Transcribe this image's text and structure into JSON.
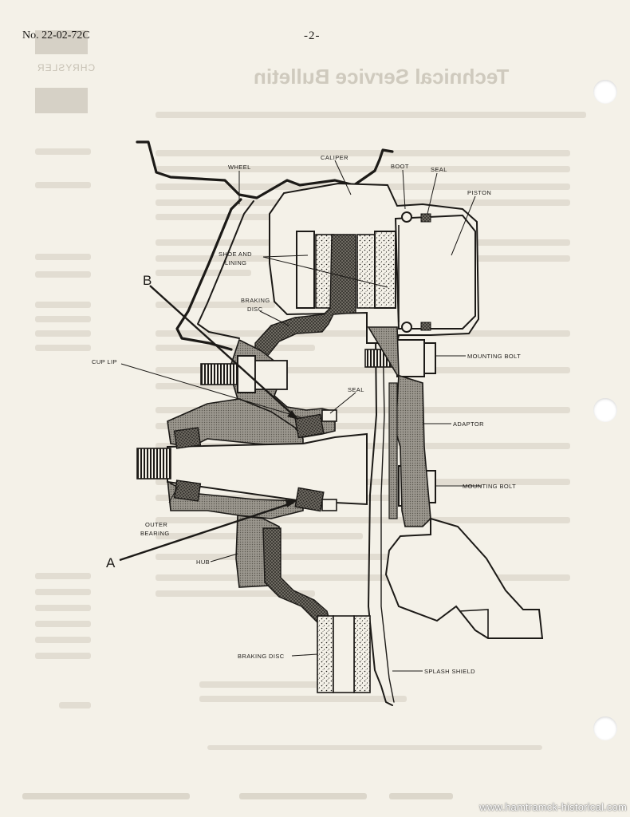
{
  "header": {
    "bulletin_number": "No. 22-02-72C",
    "page_number": "-2-"
  },
  "diagram": {
    "labels": {
      "wheel": "WHEEL",
      "caliper": "CALIPER",
      "boot": "BOOT",
      "seal_top": "SEAL",
      "piston": "PISTON",
      "shoe_and": "SHOE AND",
      "lining": "LINING",
      "braking": "BRAKING",
      "disc": "DISC",
      "mounting_bolt_top": "MOUNTING BOLT",
      "cup_lip": "CUP LIP",
      "seal_mid": "SEAL",
      "adaptor": "ADAPTOR",
      "mounting_bolt_bottom": "MOUNTING BOLT",
      "outer": "OUTER",
      "bearing": "BEARING",
      "hub": "HUB",
      "braking_disc": "BRAKING DISC",
      "splash_shield": "SPLASH SHIELD",
      "callout_a": "A",
      "callout_b": "B"
    }
  },
  "watermark": "www.hamtramck-historical.com",
  "colors": {
    "paper": "#f4f1e8",
    "ink": "#1c1a17",
    "ghost": "#cfcabe"
  }
}
